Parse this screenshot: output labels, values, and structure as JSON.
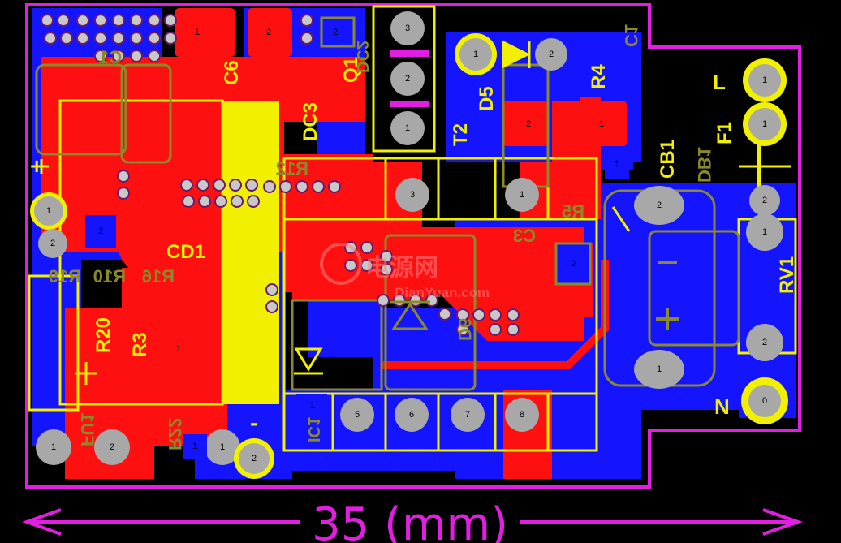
{
  "board": {
    "outline_color": "#e21ee2",
    "top_copper_color": "#ff0000",
    "bottom_copper_color": "#1010ff",
    "silkscreen_color": "#f0f000",
    "pad_color": "#a8a8a8"
  },
  "labels": {
    "c6": "C6",
    "q1": "Q1",
    "dc3": "DC3",
    "t2": "T2",
    "d5": "D5",
    "r4": "R4",
    "c1": "C1",
    "l": "L",
    "f1": "F1",
    "cb1": "CB1",
    "db1": "DB1",
    "rv1": "RV1",
    "n": "N",
    "cd1": "CD1",
    "r20": "R20",
    "r3": "R3",
    "r10": "R10",
    "r16": "R16",
    "r19": "R19",
    "c3": "C3",
    "r5": "R5",
    "r12": "R12",
    "r22": "R22",
    "ic1": "IC1",
    "d6": "D6",
    "plus": "+",
    "minus": "-",
    "fu1": "FU1",
    "dc2": "DC2"
  },
  "dimension": {
    "text": "35 (mm)"
  },
  "watermark": {
    "chinese": "电源网",
    "latin": "DianYuan.com"
  },
  "pads": {
    "t2_1": "3",
    "t2_2": "2",
    "t2_3": "1",
    "d5_a": "1",
    "d5_k": "2",
    "r4_a": "2",
    "r4_b": "1",
    "c6_a": "1",
    "c6_b": "2",
    "q1": "2",
    "l1": "1",
    "f1": "1",
    "cb1": "2",
    "cb1_b": "1",
    "rv1_a": "2",
    "rv1_b": "1",
    "rv1_c": "2",
    "n": "0",
    "db1": "1",
    "tf_3": "3",
    "tf_1": "1",
    "tf_5": "5",
    "tf_6": "6",
    "tf_7": "7",
    "tf_8": "8",
    "cap_1": "1",
    "cap_2": "2",
    "r17_1": "1",
    "r17_2": "2",
    "r22_1": "1",
    "r22_2": "2",
    "r20_1": "1",
    "r20_2": "2",
    "r3": "1",
    "c5": "2",
    "ic_1": "1",
    "bot_1": "1"
  }
}
